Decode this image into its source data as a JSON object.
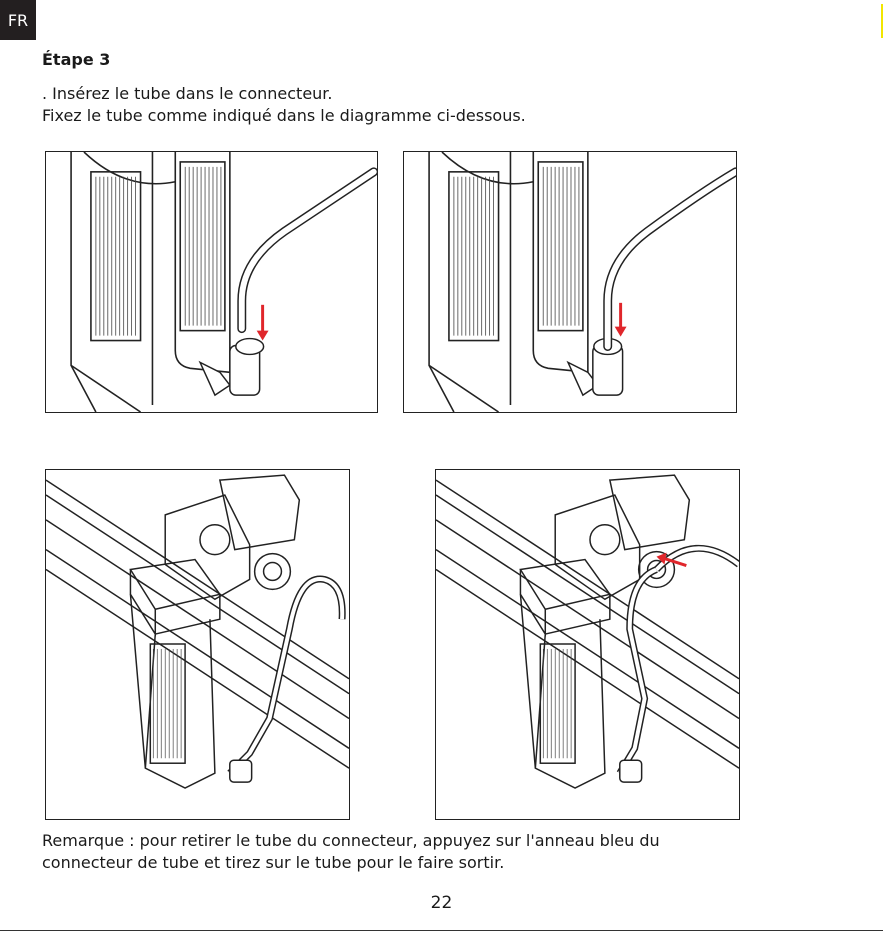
{
  "header": {
    "language_tab": "FR"
  },
  "step": {
    "title": "Étape 3",
    "line1": ". Insérez le tube dans le connecteur.",
    "line2": "Fixez le tube comme indiqué dans le diagramme ci-dessous."
  },
  "figures": {
    "arrow_color": "#e0262b",
    "stroke_color": "#222222"
  },
  "note": {
    "line1": "Remarque : pour retirer le tube du connecteur, appuyez sur l'anneau bleu du",
    "line2": "connecteur de tube et tirez sur le tube pour le faire sortir."
  },
  "footer": {
    "page_number": "22"
  }
}
